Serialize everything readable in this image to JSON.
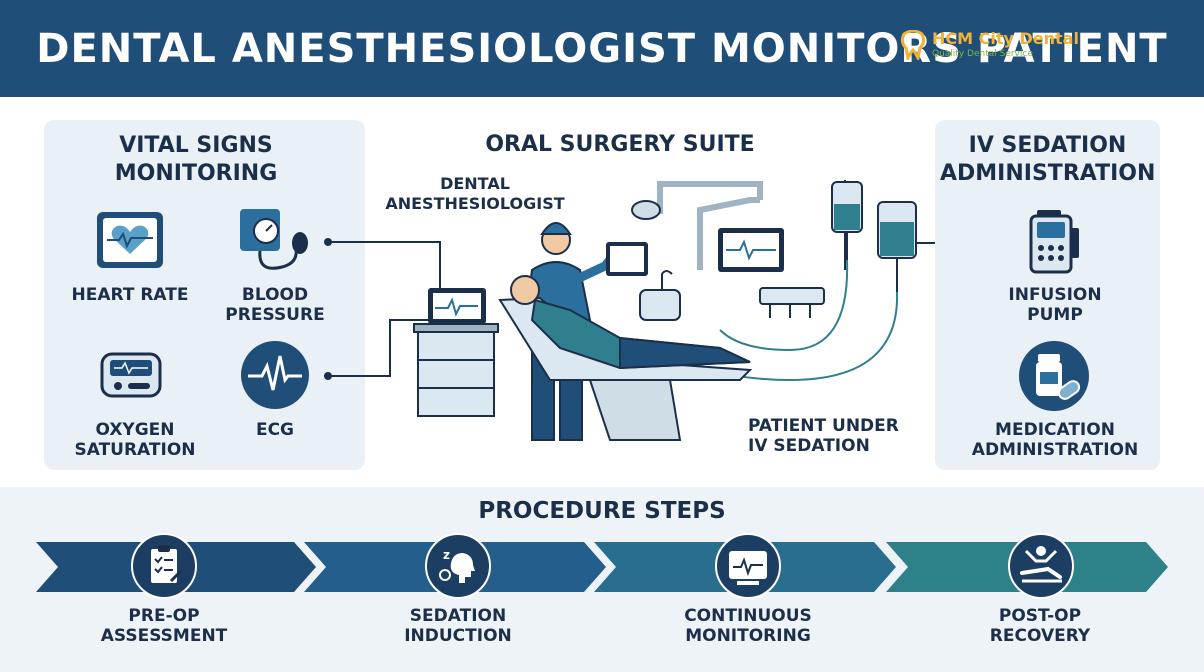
{
  "title": "DENTAL ANESTHESIOLOGIST MONITORS PATIENT",
  "logo": {
    "name": "HCM City Dental",
    "tagline": "Quality Dental Service",
    "icon": "tooth-icon"
  },
  "left_panel": {
    "title": "VITAL SIGNS\nMONITORING",
    "items": [
      {
        "label": "HEART RATE",
        "icon": "heart-monitor-icon"
      },
      {
        "label": "BLOOD\nPRESSURE",
        "icon": "blood-pressure-cuff-icon"
      },
      {
        "label": "OXYGEN\nSATURATION",
        "icon": "pulse-oximeter-icon"
      },
      {
        "label": "ECG",
        "icon": "ecg-icon"
      }
    ]
  },
  "center": {
    "title": "ORAL SURGERY SUITE",
    "anesthesiologist_label": "DENTAL\nANESTHESIOLOGIST",
    "patient_label": "PATIENT UNDER\nIV SEDATION"
  },
  "right_panel": {
    "title": "IV SEDATION\nADMINISTRATION",
    "items": [
      {
        "label": "INFUSION\nPUMP",
        "icon": "infusion-pump-icon"
      },
      {
        "label": "MEDICATION\nADMINISTRATION",
        "icon": "medication-icon"
      }
    ]
  },
  "steps": {
    "title": "PROCEDURE STEPS",
    "items": [
      {
        "label": "PRE-OP\nASSESSMENT",
        "icon": "clipboard-icon"
      },
      {
        "label": "SEDATION\nINDUCTION",
        "icon": "sleep-head-icon"
      },
      {
        "label": "CONTINUOUS\nMONITORING",
        "icon": "monitor-icon"
      },
      {
        "label": "POST-OP\nRECOVERY",
        "icon": "recovery-icon"
      }
    ]
  },
  "colors": {
    "navy": "#1f4e79",
    "dark": "#1c2f4a",
    "teal": "#2f7f8f",
    "accent_blue": "#2a6f9e",
    "panel_bg": "#eaf1f6"
  }
}
